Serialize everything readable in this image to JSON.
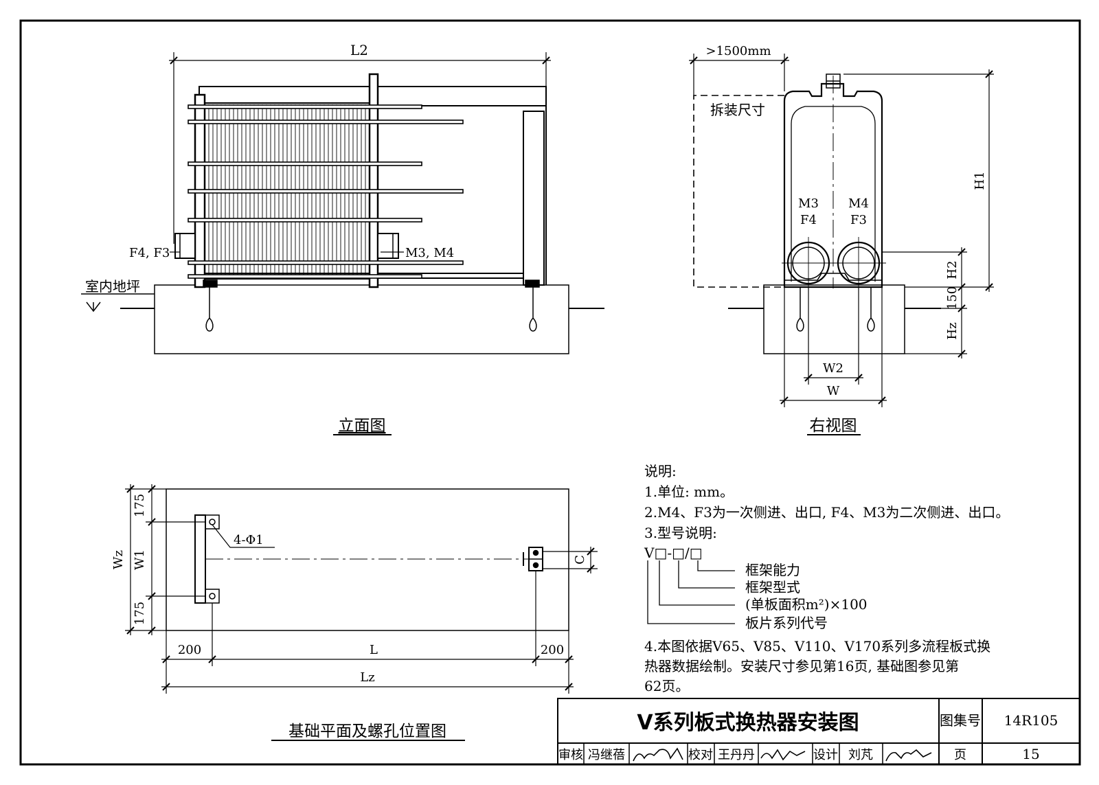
{
  "elevation": {
    "title": "立面图",
    "dim_l2": "L2",
    "port_left": "F4, F3",
    "port_right": "M3, M4",
    "floor": "室内地坪"
  },
  "side_view": {
    "title": "右视图",
    "clearance": ">1500mm",
    "disassembly": "拆装尺寸",
    "port1_top": "M3",
    "port1_bottom": "F4",
    "port2_top": "M4",
    "port2_bottom": "F3",
    "dim_h1": "H1",
    "dim_h2": "H2",
    "dim_150": "150",
    "dim_hz": "Hz",
    "dim_w2": "W2",
    "dim_w": "W"
  },
  "plan": {
    "title": "基础平面及螺孔位置图",
    "dim_wz": "Wz",
    "dim_w1": "W1",
    "dim_175_top": "175",
    "dim_175_bottom": "175",
    "holes": "4-Φ1",
    "dim_c": "C",
    "dim_200_left": "200",
    "dim_l": "L",
    "dim_200_right": "200",
    "dim_lz": "Lz"
  },
  "notes": {
    "heading": "说明:",
    "n1": "1.单位: mm。",
    "n2": "2.M4、F3为一次侧进、出口, F4、M3为二次侧进、出口。",
    "n3": "3.型号说明:",
    "model_code": "V□-□/□",
    "legend1": "框架能力",
    "legend2": "框架型式",
    "legend3": "(单板面积m²)×100",
    "legend4": "板片系列代号",
    "n4_line1": "4.本图依据V65、V85、V110、V170系列多流程板式换",
    "n4_line2": "热器数据绘制。安装尺寸参见第16页, 基础图参见第",
    "n4_line3": "62页。"
  },
  "title_block": {
    "drawing_title": "V系列板式换热器安装图",
    "atlas_label": "图集号",
    "atlas_no": "14R105",
    "review_label": "审核",
    "reviewer": "冯继蓓",
    "check_label": "校对",
    "checker": "王丹丹",
    "design_label": "设计",
    "designer": "刘芃",
    "page_label": "页",
    "page_no": "15"
  }
}
